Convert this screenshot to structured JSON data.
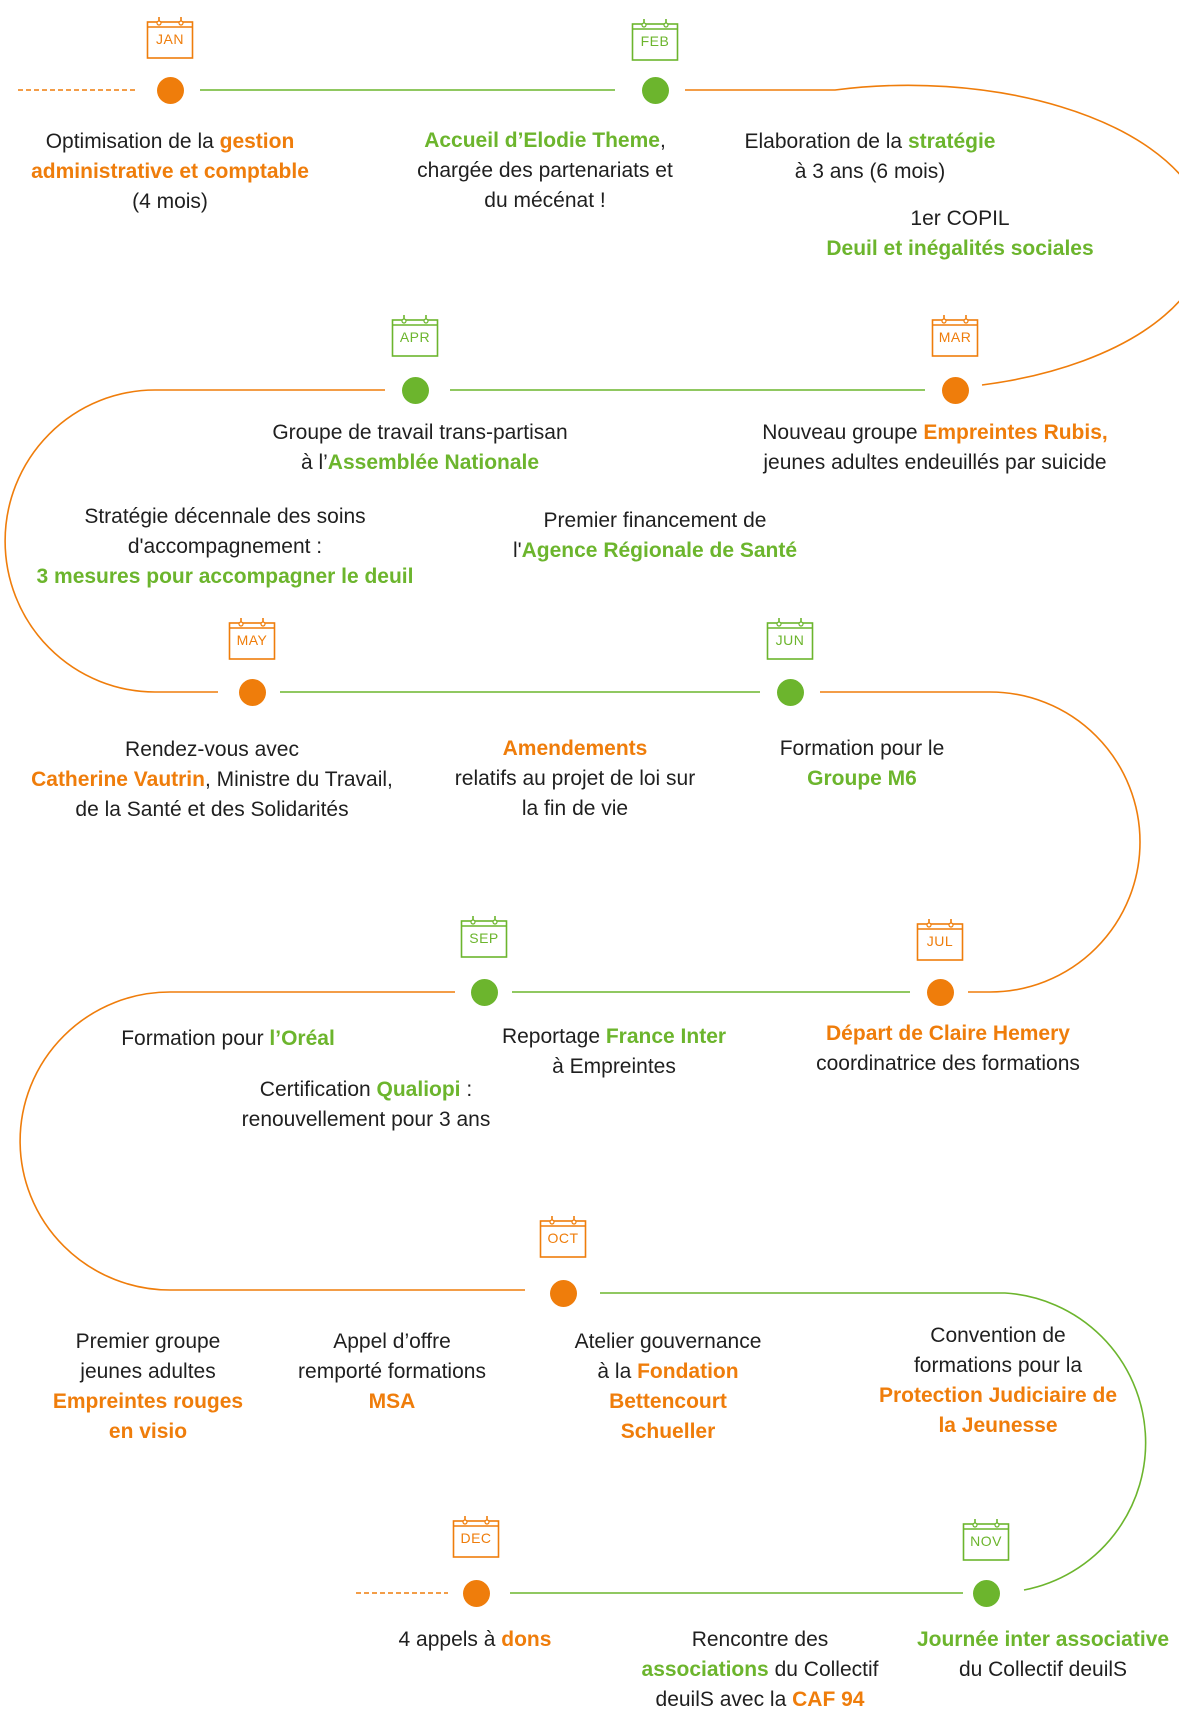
{
  "colors": {
    "orange": "#ef7d0b",
    "green": "#6cb52d",
    "text": "#1f1f1f"
  },
  "months": [
    {
      "label": "JAN",
      "color": "orange"
    },
    {
      "label": "FEB",
      "color": "green"
    },
    {
      "label": "MAR",
      "color": "orange"
    },
    {
      "label": "APR",
      "color": "green"
    },
    {
      "label": "MAY",
      "color": "orange"
    },
    {
      "label": "JUN",
      "color": "green"
    },
    {
      "label": "JUL",
      "color": "orange"
    },
    {
      "label": "SEP",
      "color": "green"
    },
    {
      "label": "OCT",
      "color": "orange"
    },
    {
      "label": "NOV",
      "color": "green"
    },
    {
      "label": "DEC",
      "color": "orange"
    }
  ],
  "events": {
    "jan_1": [
      [
        {
          "t": "Optimisation de la "
        },
        {
          "t": "gestion",
          "hl": "o"
        }
      ],
      [
        {
          "t": "administrative et comptable",
          "hl": "o"
        }
      ],
      [
        {
          "t": "(4 mois)"
        }
      ]
    ],
    "feb_1": [
      [
        {
          "t": "Accueil d’Elodie Theme",
          "hl": "g"
        },
        {
          "t": ","
        }
      ],
      [
        {
          "t": "chargée des partenariats et"
        }
      ],
      [
        {
          "t": "du mécénat !"
        }
      ]
    ],
    "feb_2": [
      [
        {
          "t": "Elaboration de la "
        },
        {
          "t": "stratégie",
          "hl": "g"
        }
      ],
      [
        {
          "t": "à 3 ans (6 mois)"
        }
      ]
    ],
    "feb_3": [
      [
        {
          "t": "1er COPIL"
        }
      ],
      [
        {
          "t": "Deuil et inégalités sociales",
          "hl": "g"
        }
      ]
    ],
    "apr_1": [
      [
        {
          "t": "Groupe de travail trans-partisan"
        }
      ],
      [
        {
          "t": "à l’"
        },
        {
          "t": "Assemblée Nationale",
          "hl": "g"
        }
      ]
    ],
    "mar_1": [
      [
        {
          "t": "Nouveau groupe "
        },
        {
          "t": "Empreintes Rubis,",
          "hl": "o"
        }
      ],
      [
        {
          "t": "jeunes adultes endeuillés par suicide"
        }
      ]
    ],
    "apr_2": [
      [
        {
          "t": "Stratégie décennale des soins"
        }
      ],
      [
        {
          "t": "d'accompagnement :"
        }
      ],
      [
        {
          "t": "3 mesures pour accompagner le deuil",
          "hl": "g"
        }
      ]
    ],
    "apr_3": [
      [
        {
          "t": "Premier financement de"
        }
      ],
      [
        {
          "t": "l'"
        },
        {
          "t": "Agence Régionale de Santé",
          "hl": "g"
        }
      ]
    ],
    "may_1": [
      [
        {
          "t": "Rendez-vous avec"
        }
      ],
      [
        {
          "t": "Catherine Vautrin",
          "hl": "o"
        },
        {
          "t": ", Ministre du Travail,"
        }
      ],
      [
        {
          "t": "de la Santé et des Solidarités"
        }
      ]
    ],
    "may_2": [
      [
        {
          "t": "Amendements",
          "hl": "o"
        }
      ],
      [
        {
          "t": "relatifs au projet de loi sur"
        }
      ],
      [
        {
          "t": "la fin de vie"
        }
      ]
    ],
    "jun_1": [
      [
        {
          "t": "Formation pour le"
        }
      ],
      [
        {
          "t": "Groupe M6",
          "hl": "g"
        }
      ]
    ],
    "sep_1": [
      [
        {
          "t": "Formation pour "
        },
        {
          "t": "l’Oréal",
          "hl": "g"
        }
      ]
    ],
    "sep_2": [
      [
        {
          "t": "Reportage "
        },
        {
          "t": "France Inter",
          "hl": "g"
        }
      ],
      [
        {
          "t": "à Empreintes"
        }
      ]
    ],
    "jul_1": [
      [
        {
          "t": "Départ de Claire Hemery",
          "hl": "o"
        }
      ],
      [
        {
          "t": "coordinatrice des formations"
        }
      ]
    ],
    "sep_3": [
      [
        {
          "t": "Certification "
        },
        {
          "t": "Qualiopi",
          "hl": "g"
        },
        {
          "t": " :"
        }
      ],
      [
        {
          "t": "renouvellement pour 3 ans"
        }
      ]
    ],
    "oct_1": [
      [
        {
          "t": "Premier groupe"
        }
      ],
      [
        {
          "t": "jeunes adultes"
        }
      ],
      [
        {
          "t": "Empreintes rouges",
          "hl": "o"
        }
      ],
      [
        {
          "t": "en visio",
          "hl": "o"
        }
      ]
    ],
    "oct_2": [
      [
        {
          "t": "Appel d’offre"
        }
      ],
      [
        {
          "t": "remporté formations"
        }
      ],
      [
        {
          "t": "MSA",
          "hl": "o"
        }
      ]
    ],
    "oct_3": [
      [
        {
          "t": "Atelier gouvernance"
        }
      ],
      [
        {
          "t": "à la "
        },
        {
          "t": "Fondation",
          "hl": "o"
        }
      ],
      [
        {
          "t": "Bettencourt",
          "hl": "o"
        }
      ],
      [
        {
          "t": "Schueller",
          "hl": "o"
        }
      ]
    ],
    "oct_4": [
      [
        {
          "t": "Convention de"
        }
      ],
      [
        {
          "t": "formations pour la"
        }
      ],
      [
        {
          "t": "Protection Judiciaire de",
          "hl": "o"
        }
      ],
      [
        {
          "t": "la Jeunesse",
          "hl": "o"
        }
      ]
    ],
    "dec_1": [
      [
        {
          "t": "4 appels à "
        },
        {
          "t": "dons",
          "hl": "o"
        }
      ]
    ],
    "nov_1": [
      [
        {
          "t": "Rencontre des"
        }
      ],
      [
        {
          "t": "associations",
          "hl": "g"
        },
        {
          "t": " du Collectif"
        }
      ],
      [
        {
          "t": "deuilS avec la "
        },
        {
          "t": "CAF 94",
          "hl": "o"
        }
      ]
    ],
    "nov_2": [
      [
        {
          "t": "Journée inter associative",
          "hl": "g"
        }
      ],
      [
        {
          "t": "du Collectif deuilS"
        }
      ]
    ]
  }
}
